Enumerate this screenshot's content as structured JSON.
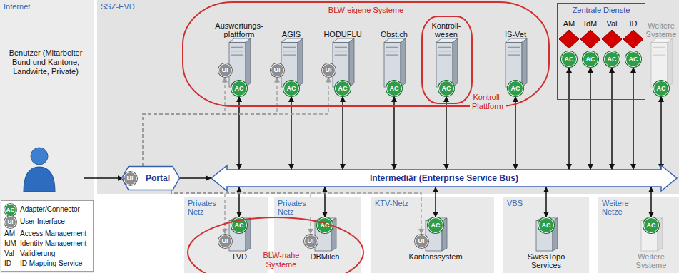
{
  "diagram": {
    "nodes": [
      {
        "text": [
          "Internet"
        ]
      },
      {
        "text": [
          "Benutzer (Mitarbeiter Bund und Kantone, Landwirte, Private)"
        ],
        "in": 0
      },
      {
        "text": [
          "SSZ-EVD"
        ]
      },
      {
        "text": [
          "Portal"
        ],
        "in": 2
      },
      {
        "text": [
          "UI"
        ],
        "in": 3
      },
      {
        "text": [
          "Intermediär (Enterprise Service Bus)"
        ],
        "in": 2
      },
      {
        "text": [
          "BLW-eigene Systeme"
        ],
        "in": 2
      },
      {
        "text": [
          "Auswertungs- plattform"
        ],
        "in": 6
      },
      {
        "text": [
          "UI"
        ],
        "in": 7
      },
      {
        "text": [
          "AC"
        ],
        "in": 7
      },
      {
        "text": [
          "AGIS"
        ],
        "in": 6
      },
      {
        "text": [
          "UI"
        ],
        "in": 10
      },
      {
        "text": [
          "AC"
        ],
        "in": 10
      },
      {
        "text": [
          "HODUFLU"
        ],
        "in": 6
      },
      {
        "text": [
          "UI"
        ],
        "in": 13
      },
      {
        "text": [
          "AC"
        ],
        "in": 13
      },
      {
        "text": [
          "Obst.ch"
        ],
        "in": 6
      },
      {
        "text": [
          "AC"
        ],
        "in": 16
      },
      {
        "text": [
          "Kontroll- Plattform"
        ],
        "in": 6
      },
      {
        "text": [
          "Kontroll- wesen"
        ],
        "in": 18
      },
      {
        "text": [
          "AC"
        ],
        "in": 19
      },
      {
        "text": [
          "IS-Vet"
        ],
        "in": 6
      },
      {
        "text": [
          "AC"
        ],
        "in": 21
      },
      {
        "text": [
          "Zentrale Dienste"
        ],
        "in": 2
      },
      {
        "text": [
          "AM"
        ],
        "in": 23
      },
      {
        "text": [
          "AC"
        ],
        "in": 23
      },
      {
        "text": [
          "IdM"
        ],
        "in": 23
      },
      {
        "text": [
          "AC"
        ],
        "in": 23
      },
      {
        "text": [
          "Val"
        ],
        "in": 23
      },
      {
        "text": [
          "AC"
        ],
        "in": 23
      },
      {
        "text": [
          "ID"
        ],
        "in": 23
      },
      {
        "text": [
          "AC"
        ],
        "in": 23
      },
      {
        "text": [
          "Weitere Systeme"
        ],
        "in": 2
      },
      {
        "text": [
          "AC"
        ],
        "in": 32
      },
      {
        "text": [
          "Privates Netz"
        ]
      },
      {
        "text": [
          "TVD"
        ],
        "in": 34
      },
      {
        "text": [
          "UI"
        ],
        "in": 35
      },
      {
        "text": [
          "AC"
        ],
        "in": 35
      },
      {
        "text": [
          "Privates Netz"
        ]
      },
      {
        "text": [
          "DBMilch"
        ],
        "in": 38
      },
      {
        "text": [
          "UI"
        ],
        "in": 39
      },
      {
        "text": [
          "AC"
        ],
        "in": 39
      },
      {
        "text": [
          "BLW-nahe Systeme"
        ]
      },
      {
        "text": [
          "KTV-Netz"
        ]
      },
      {
        "text": [
          "Kantonssystem"
        ],
        "in": 43
      },
      {
        "text": [
          "UI"
        ],
        "in": 44
      },
      {
        "text": [
          "AC"
        ],
        "in": 44
      },
      {
        "text": [
          "VBS"
        ]
      },
      {
        "text": [
          "SwissTopo Services"
        ],
        "in": 47
      },
      {
        "text": [
          "AC"
        ],
        "in": 48
      },
      {
        "text": [
          "Weitere Netze"
        ]
      },
      {
        "text": [
          "Weitere Systeme"
        ],
        "in": 50
      },
      {
        "text": [
          "AC"
        ],
        "in": 51
      }
    ],
    "edges": [
      {
        "from": 1,
        "to": 4,
        "arrow": "to"
      },
      {
        "from": 3,
        "to": 5,
        "arrow": "to"
      },
      {
        "from": 9,
        "to": 5,
        "arrow": "both"
      },
      {
        "from": 12,
        "to": 5,
        "arrow": "both"
      },
      {
        "from": 15,
        "to": 5,
        "arrow": "both"
      },
      {
        "from": 17,
        "to": 5,
        "arrow": "both"
      },
      {
        "from": 20,
        "to": 5,
        "arrow": "both"
      },
      {
        "from": 22,
        "to": 5,
        "arrow": "both"
      },
      {
        "from": 25,
        "to": 5,
        "arrow": "both"
      },
      {
        "from": 27,
        "to": 5,
        "arrow": "both"
      },
      {
        "from": 29,
        "to": 5,
        "arrow": "both"
      },
      {
        "from": 31,
        "to": 5,
        "arrow": "both"
      },
      {
        "from": 33,
        "to": 5,
        "arrow": "both"
      },
      {
        "from": 5,
        "to": 37,
        "arrow": "both"
      },
      {
        "from": 5,
        "to": 41,
        "arrow": "both"
      },
      {
        "from": 5,
        "to": 46,
        "arrow": "both"
      },
      {
        "from": 5,
        "to": 49,
        "arrow": "both"
      },
      {
        "from": 5,
        "to": 52,
        "arrow": "both"
      },
      {
        "from": 3,
        "to": 8,
        "arrow": "to"
      },
      {
        "from": 3,
        "to": 11,
        "arrow": "to"
      },
      {
        "from": 3,
        "to": 14,
        "arrow": "to"
      },
      {
        "from": 3,
        "to": 36,
        "arrow": "to"
      },
      {
        "from": 3,
        "to": 40,
        "arrow": "to"
      },
      {
        "from": 3,
        "to": 45,
        "arrow": "to"
      }
    ],
    "labels": [
      "AC",
      "UI",
      "AM",
      "Access Management",
      "IdM",
      "Identity Management",
      "Val",
      "Validierung",
      "ID",
      "ID Mapping Service"
    ],
    "legend": [
      {
        "text": "Adapter/Connector",
        "color": "#2e9d47"
      },
      {
        "text": "User Interface",
        "color": "#8d8d8d"
      }
    ]
  }
}
